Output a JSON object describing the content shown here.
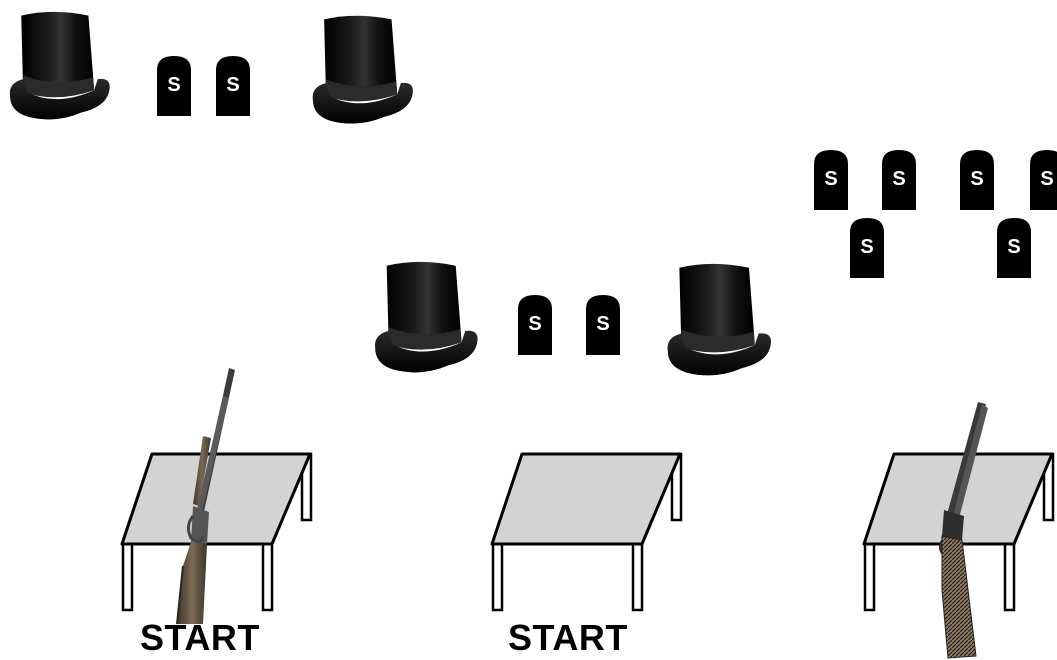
{
  "colors": {
    "background": "#ffffff",
    "hat": "#0a0a0a",
    "hat_highlight": "#3a3a3a",
    "tombstone": "#000000",
    "tombstone_letter": "#ffffff",
    "table_top": "#d3d3d3",
    "table_leg": "#ffffff",
    "outline": "#000000",
    "rifle_wood": "#6b5a45",
    "rifle_metal": "#4a4a4a",
    "shotgun_wood": "#5c4a38"
  },
  "icons": {
    "hat": "top-hat-icon",
    "tombstone": "tombstone-s-icon",
    "table": "table-icon",
    "rifle": "rifle-icon",
    "shotgun": "shotgun-icon"
  },
  "tombstone_letter": "S",
  "labels": {
    "start_left": "START",
    "start_middle": "START"
  }
}
